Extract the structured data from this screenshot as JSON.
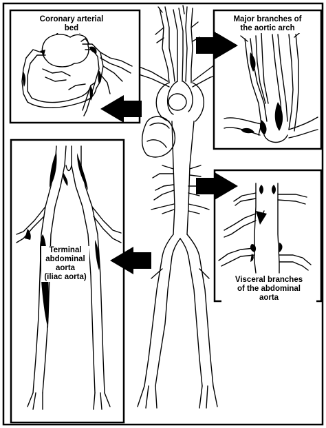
{
  "figure": {
    "insets": {
      "coronary": {
        "line1": "Coronary arterial",
        "line2": "bed"
      },
      "arch": {
        "line1": "Major branches of",
        "line2": "the aortic arch"
      },
      "visceral": {
        "line1": "Visceral branches",
        "line2": "of the abdominal",
        "line3": "aorta"
      },
      "terminal": {
        "line1": "Terminal",
        "line2": "abdominal",
        "line3": "aorta",
        "line4": "(iliac aorta)"
      }
    },
    "colors": {
      "ink": "#000000",
      "paper": "#ffffff"
    }
  }
}
